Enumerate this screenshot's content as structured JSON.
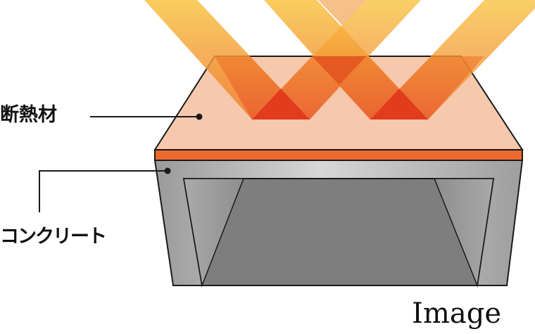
{
  "labels": {
    "insulation": "断熱材",
    "concrete": "コンクリート"
  },
  "caption": "Image",
  "colors": {
    "insulation_top": "#F6C9AE",
    "insulation_edge": "#EC6A2E",
    "concrete_light": "#D2D2D2",
    "concrete_dark": "#7E7E7E",
    "beam_yellow": "#F9C443",
    "beam_orange": "#EE7B2A",
    "beam_red": "#E03A1E",
    "outline": "#1A1A1A"
  }
}
